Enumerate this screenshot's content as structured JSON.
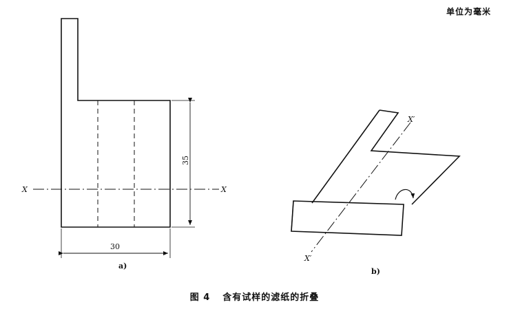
{
  "unit_note": "单位为毫米",
  "caption": {
    "figure_number": "图 4",
    "title": "含有试样的滤纸的折叠"
  },
  "panel_a": {
    "label": "a)",
    "width_dim": "30",
    "height_dim": "35",
    "axis_left": "X",
    "axis_right": "X"
  },
  "panel_b": {
    "label": "b)",
    "axis_top": "X′",
    "axis_bottom": "X′"
  }
}
